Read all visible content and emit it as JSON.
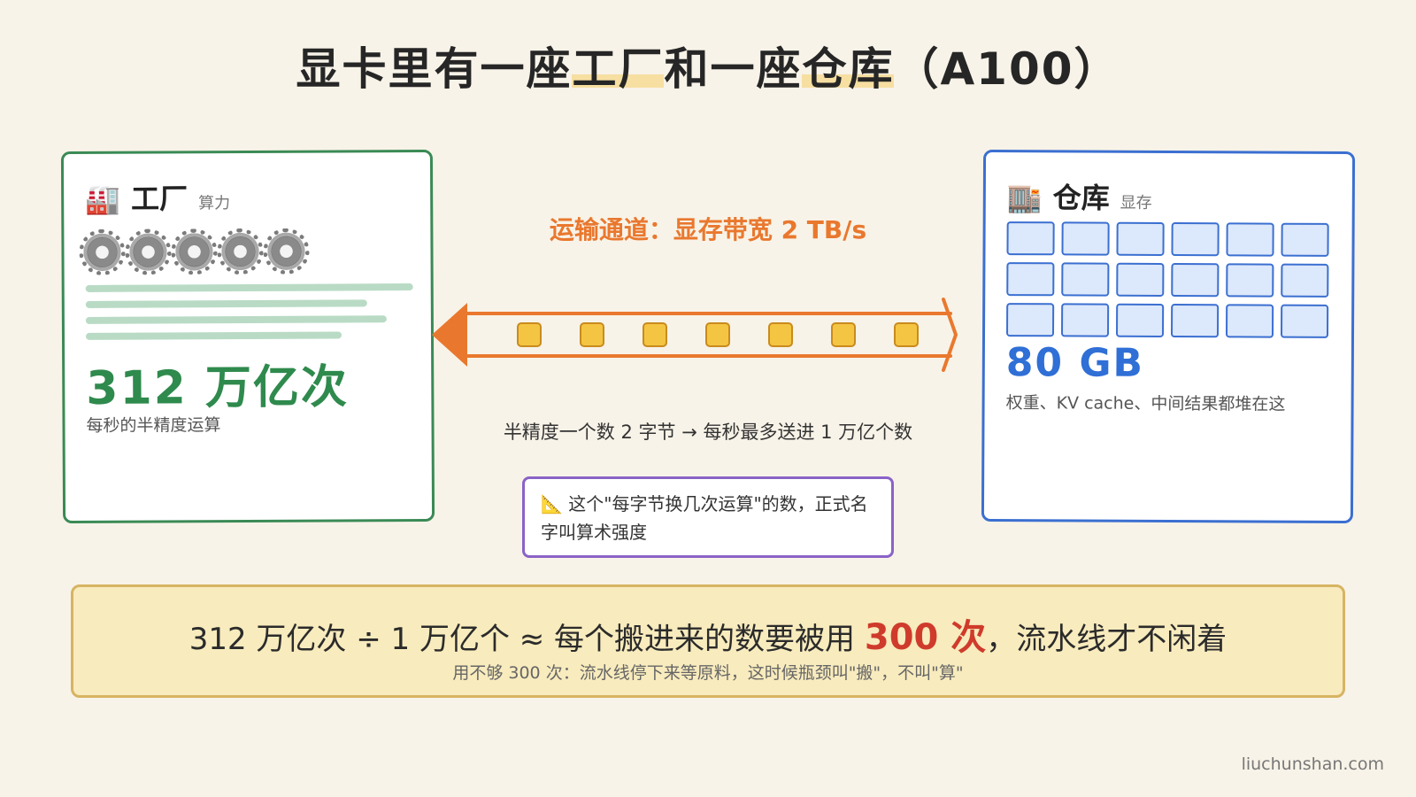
{
  "title": {
    "prefix": "显卡里有一座",
    "hl1": "工厂",
    "mid": "和一座",
    "hl2": "仓库",
    "suffix": "（A100）"
  },
  "factory": {
    "icon": "🏭",
    "title": "工厂",
    "subtitle": "算力",
    "gear_count": 5,
    "stat": "312 万亿次",
    "note": "每秒的半精度运算"
  },
  "warehouse": {
    "icon": "🏬",
    "title": "仓库",
    "subtitle": "显存",
    "cell_count": 18,
    "stat": "80 GB",
    "note": "权重、KV cache、中间结果都堆在这"
  },
  "channel": {
    "label": "运输通道：显存带宽 2 TB/s",
    "packet_count": 7,
    "caption": "半精度一个数 2 字节 → 每秒最多送进 1 万亿个数"
  },
  "tip": {
    "icon": "📐",
    "text": "这个\"每字节换几次运算\"的数，正式名字叫算术强度"
  },
  "summary": {
    "part1": "312 万亿次 ÷ 1 万亿个 ≈ 每个搬进来的数要被用 ",
    "highlight": "300 次",
    "part2": "，流水线才不闲着",
    "sub": "用不够 300 次：流水线停下来等原料，这时候瓶颈叫\"搬\"，不叫\"算\""
  },
  "credit": "liuchunshan.com",
  "colors": {
    "factory": "#3a8a55",
    "warehouse": "#3b6fd1",
    "channel": "#e9782e",
    "packet": "#f4c542",
    "tip": "#8a63c7",
    "highlight": "#cf3b2b"
  }
}
